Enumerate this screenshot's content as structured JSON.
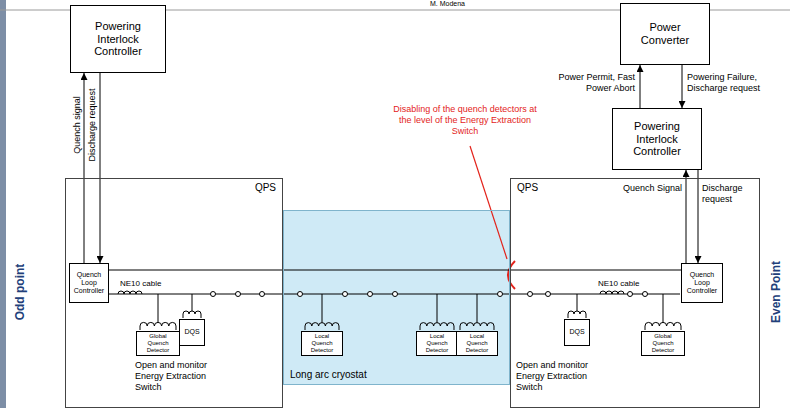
{
  "diagram": {
    "nodes": [
      {
        "text": [
          "Powering Interlock Controller"
        ]
      },
      {
        "text": [
          "Power Converter"
        ]
      },
      {
        "text": [
          "Powering Interlock Controller"
        ]
      },
      {
        "text": [
          "QPS"
        ]
      },
      {
        "text": [
          "Quench Loop Controller"
        ],
        "in": 3
      },
      {
        "text": [
          "Global Quench Detector"
        ],
        "in": 3
      },
      {
        "text": [
          "DQS"
        ],
        "in": 3
      },
      {
        "text": [
          "Long arc cryostat"
        ]
      },
      {
        "text": [
          "Local Quench Detector"
        ],
        "in": 7
      },
      {
        "text": [
          "Local Quench Detector"
        ],
        "in": 7
      },
      {
        "text": [
          "Local Quench Detector"
        ],
        "in": 7
      },
      {
        "text": [
          "QPS"
        ]
      },
      {
        "text": [
          "DQS"
        ],
        "in": 11
      },
      {
        "text": [
          "Global Quench Detector"
        ],
        "in": 11
      },
      {
        "text": [
          "Quench Loop Controller"
        ],
        "in": 11
      }
    ],
    "edges": [
      {
        "from": 4,
        "to": 0,
        "arrow": "to",
        "label": "Quench signal"
      },
      {
        "from": 0,
        "to": 4,
        "arrow": "to",
        "label": "Discharge request"
      },
      {
        "from": 2,
        "to": 1,
        "arrow": "to",
        "label": "Power Permit, Fast Power Abort"
      },
      {
        "from": 1,
        "to": 2,
        "arrow": "to",
        "label": "Powering Failure, Discharge request"
      },
      {
        "from": 14,
        "to": 2,
        "arrow": "to",
        "label": "Quench Signal"
      },
      {
        "from": 2,
        "to": 14,
        "arrow": "to",
        "label": "Discharge request"
      },
      {
        "from": 4,
        "to": 14,
        "arrow": "none"
      }
    ],
    "labels": [
      "M. Modena",
      "Odd point",
      "NE10 cable",
      "Open and monitor Energy Extraction Switch",
      "Disabling of the quench detectors at the level of the Energy Extraction Switch",
      "NE10 cable",
      "Open and monitor Energy Extraction Switch",
      "Even Point"
    ]
  }
}
